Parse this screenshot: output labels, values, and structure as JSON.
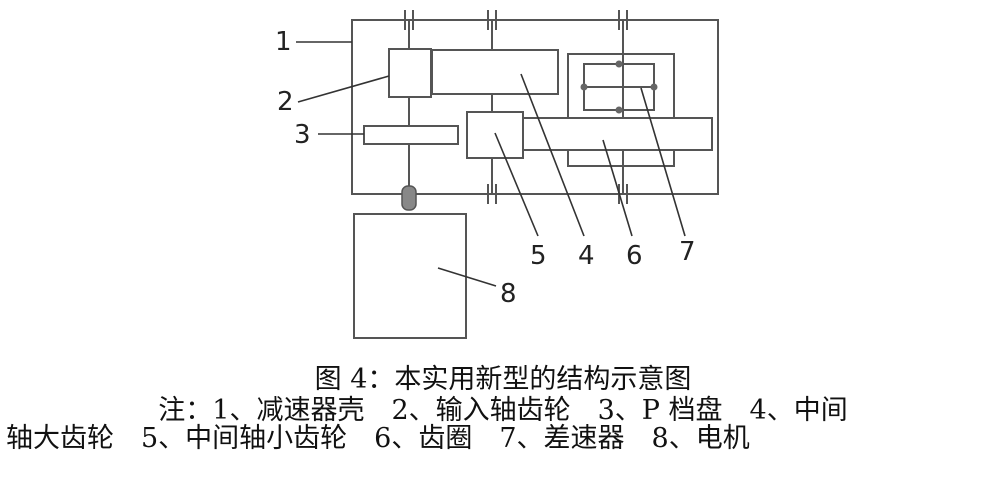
{
  "diagram": {
    "labels": {
      "n1": "1",
      "n2": "2",
      "n3": "3",
      "n4": "4",
      "n5": "5",
      "n6": "6",
      "n7": "7",
      "n8": "8"
    }
  },
  "caption": {
    "title": "图 4：本实用新型的结构示意图",
    "note_line1": "注：1、减速器壳　2、输入轴齿轮　3、P 档盘　4、中间",
    "note_line2": "轴大齿轮　5、中间轴小齿轮　6、齿圈　7、差速器　8、电机"
  }
}
